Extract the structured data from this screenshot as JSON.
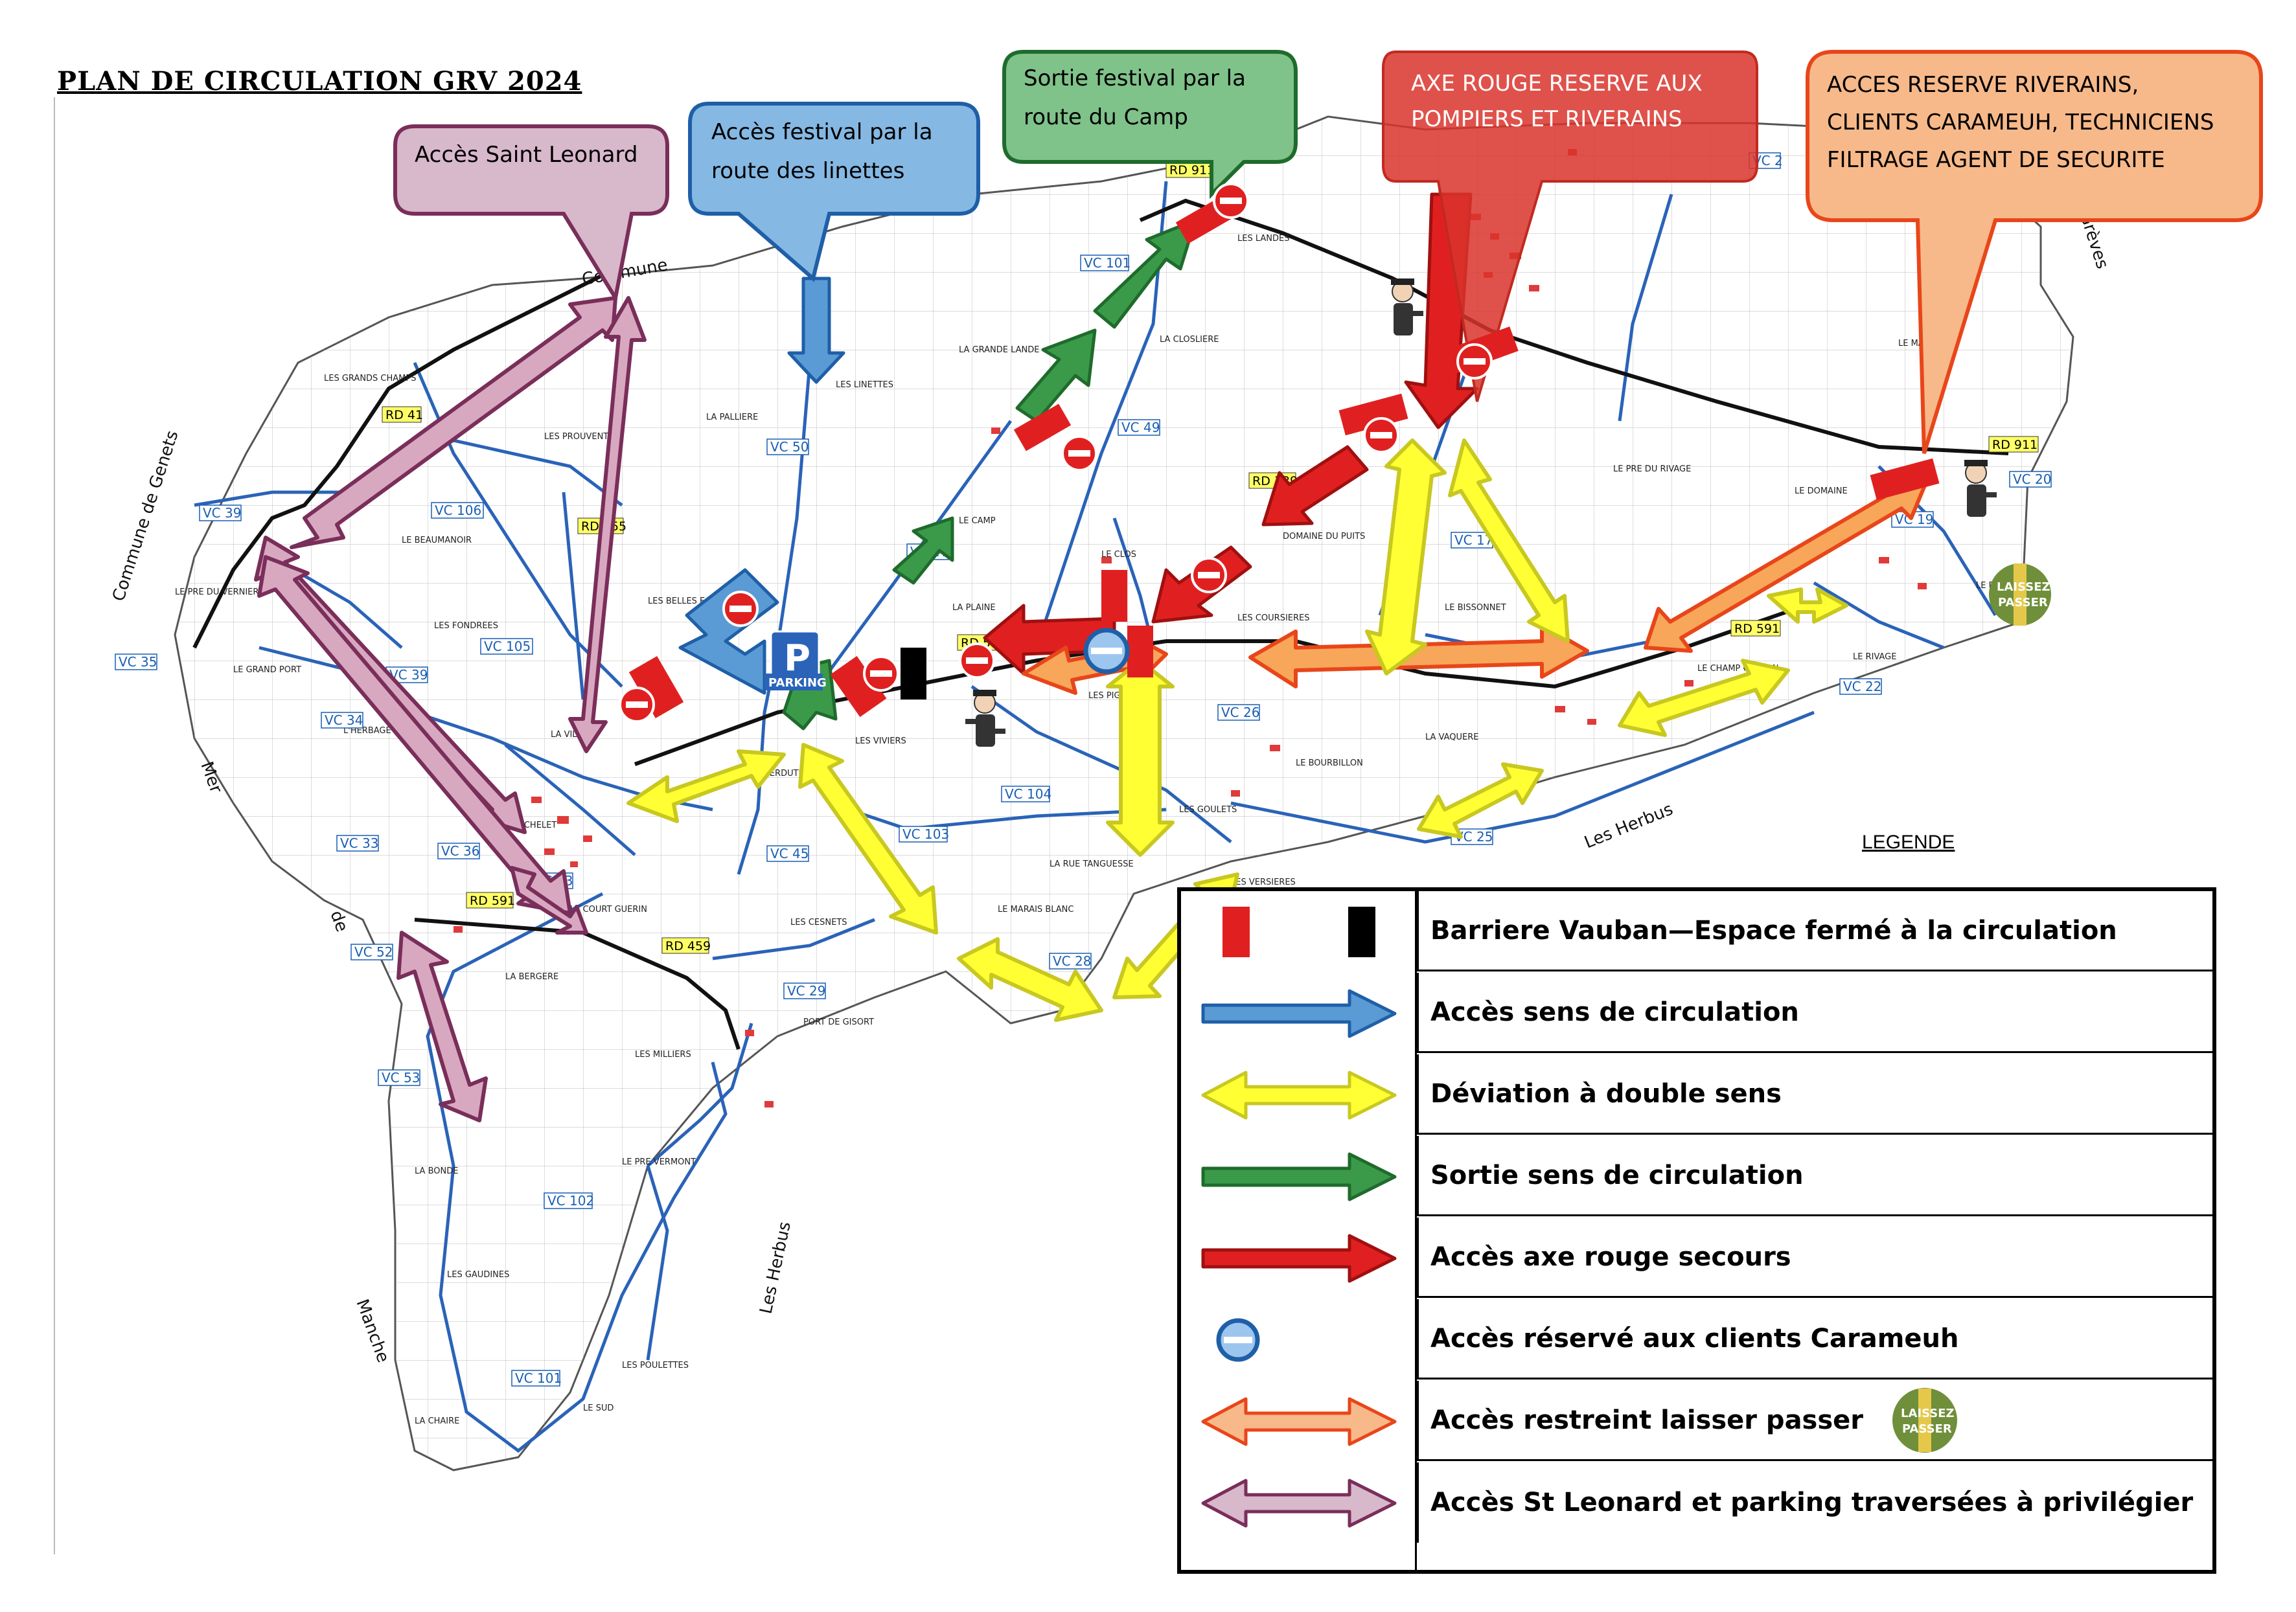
{
  "title": "PLAN DE CIRCULATION GRV 2024",
  "callouts": {
    "saint_leonard": "Accès Saint Leonard",
    "linettes_1": "Accès festival par la",
    "linettes_2": "route des linettes",
    "camp_1": "Sortie festival par la",
    "camp_2": "route du Camp",
    "rouge_1": "AXE ROUGE RESERVE AUX",
    "rouge_2": "POMPIERS ET RIVERAINS",
    "riverains_1": "ACCES RESERVE RIVERAINS,",
    "riverains_2": "CLIENTS CARAMEUH, TECHNICIENS",
    "riverains_3": "FILTRAGE AGENT DE SECURITE"
  },
  "map_labels": {
    "commune_genets": "Commune de Genets",
    "commune_top": "Commune",
    "mer_1": "Mer",
    "mer_2": "de",
    "manche": "Manche",
    "les_herbus_1": "Les Herbus",
    "les_herbus_2": "Les Herbus",
    "greves": "Grèves",
    "parking": "PARKING",
    "parking_letter": "P"
  },
  "places": [
    "LES GRANDS CHAMPS",
    "LES PROUVENTES",
    "LE BEAUMANOIR",
    "LES FONDREES",
    "LES BELLES ECRITES",
    "LES LINETTES",
    "LA PALLIERE",
    "LA GRANDE LANDE",
    "LES LANDES",
    "LA CLOSLIERE",
    "LE CAMP",
    "LE CLOS",
    "LA PLAINE",
    "DOMAINE DU PUITS",
    "LE BISSONNET",
    "LES COURSIERES",
    "LES VIVIERS",
    "LES PIGNONS",
    "LE BOURBILLON",
    "LA VAQUERE",
    "LE DOMAINE",
    "LE PRE DU RIVAGE",
    "LE MANOIR",
    "LE PONT DE",
    "LE CHAMP COTTON",
    "LA VILLE",
    "LE PRE DU VERNIER",
    "LE GRAND PORT",
    "L'HERBAGE",
    "LE ROCHELET",
    "LE COURT GUERIN",
    "LES CESNETS",
    "LES ERDUTES",
    "LA RUE TANGUESSE",
    "LE MARAIS BLANC",
    "LES GOULETS",
    "LES VERSIERES",
    "LA BERGERE",
    "LES MILLIERS",
    "PORT DE GISORT",
    "LE PRE VERMONT",
    "LA BONDE",
    "LES GAUDINES",
    "LES POULETTES",
    "LA CHAIRE",
    "LE SUD",
    "LE RIVAGE"
  ],
  "roads": {
    "rd": [
      "RD 41",
      "RD 455",
      "RD 911",
      "RD 339",
      "RD 591",
      "RD 591",
      "RD 459",
      "RD 911",
      "RD 591"
    ],
    "vc": [
      "VC 39",
      "VC 106",
      "VC 105",
      "VC 39",
      "VC 34",
      "VC 35",
      "VC 33",
      "VC 36",
      "VC 43",
      "VC 52",
      "VC 53",
      "VC 50",
      "VC 47",
      "VC 45",
      "VC 103",
      "VC 104",
      "VC 29",
      "VC 28",
      "VC 26",
      "VC 25",
      "VC 17",
      "VC 101",
      "VC 49",
      "VC 102",
      "VC 101",
      "VC 20",
      "VC 19",
      "VC 22",
      "VC 2"
    ]
  },
  "legend": {
    "title": "LEGENDE",
    "items": [
      {
        "label": "Barriere Vauban—Espace fermé à la circulation",
        "symbol": "barrier-icon"
      },
      {
        "label": "Accès sens de circulation",
        "symbol": "blue-arrow-icon"
      },
      {
        "label": "Déviation à double sens",
        "symbol": "yellow-double-arrow-icon"
      },
      {
        "label": "Sortie sens de circulation",
        "symbol": "green-arrow-icon"
      },
      {
        "label": "Accès axe rouge secours",
        "symbol": "red-arrow-icon"
      },
      {
        "label": "Accès réservé aux clients Carameuh",
        "symbol": "restricted-circle-icon"
      },
      {
        "label": "Accès restreint laisser passer",
        "symbol": "orange-double-arrow-icon"
      },
      {
        "label": "Accès St Leonard et parking traversées à privilégier",
        "symbol": "purple-double-arrow-icon"
      }
    ]
  },
  "badge": {
    "line1": "LAISSEZ",
    "line2": "PASSER"
  },
  "colors": {
    "blue": "#5b9bd5",
    "yellow": "#ffff33",
    "green": "#3a9a4a",
    "red": "#e02020",
    "orange": "#f7a65a",
    "purple": "#d8a8c0",
    "road_blue": "#2a63b8"
  }
}
